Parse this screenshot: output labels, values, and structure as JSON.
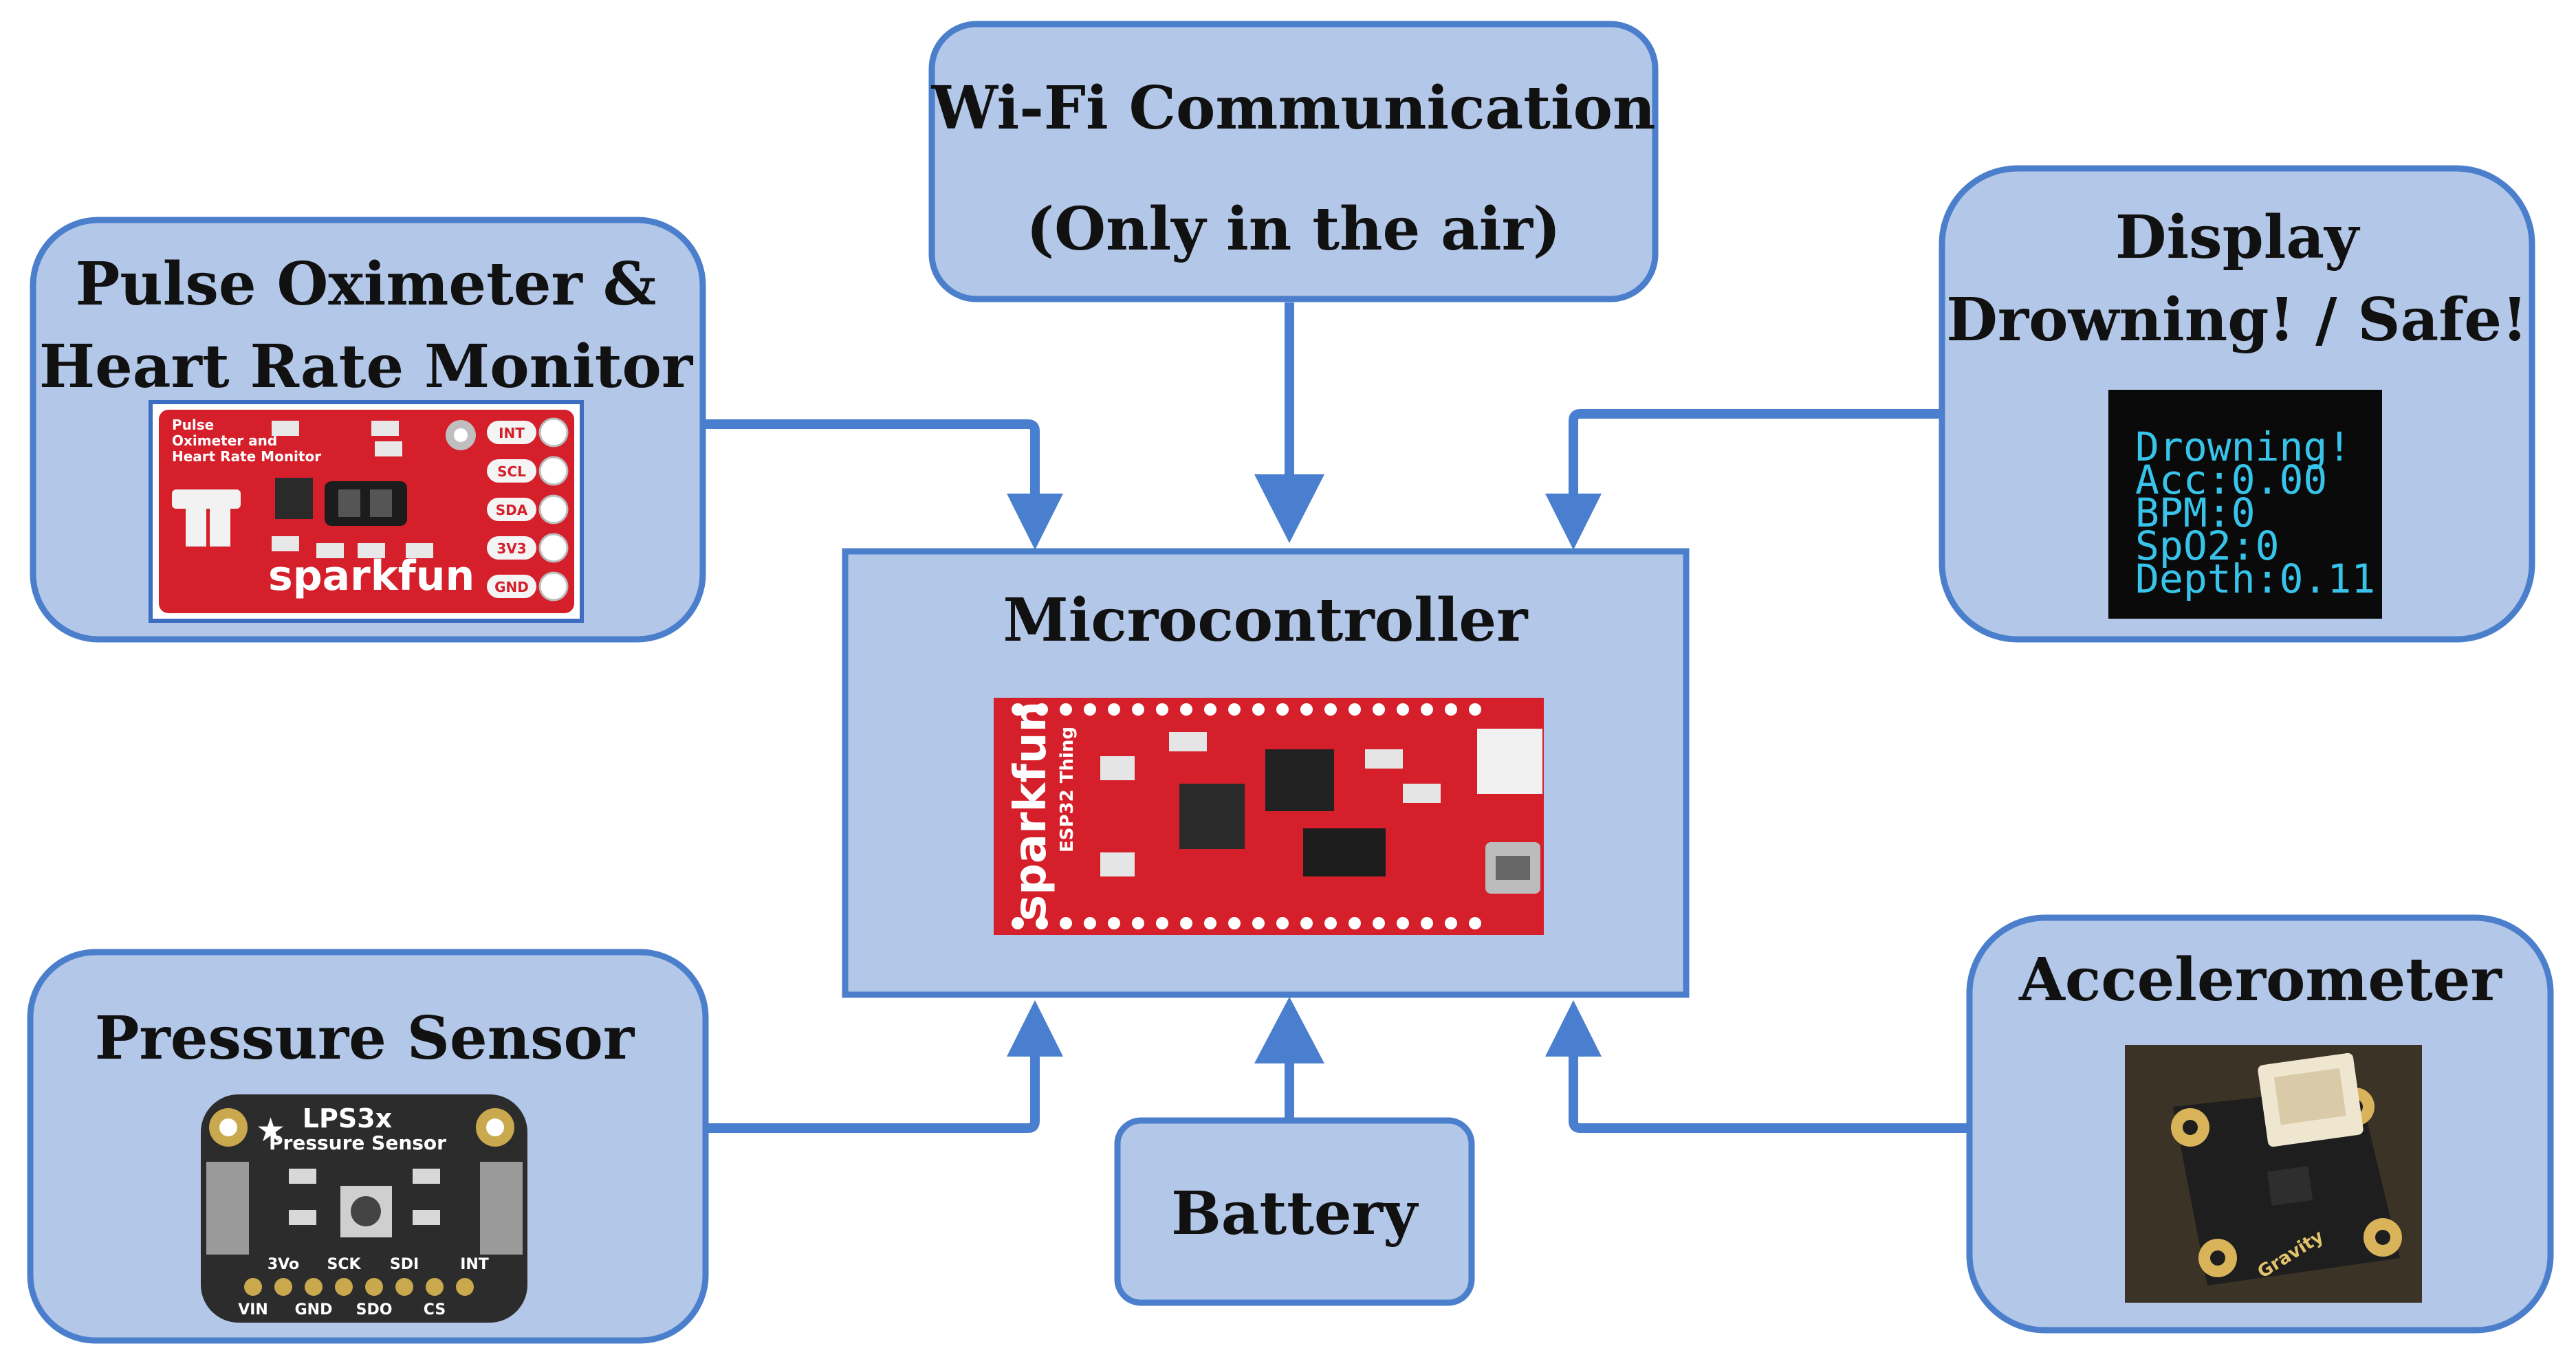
{
  "colors": {
    "box_fill": "#b3c7e8",
    "box_stroke": "#4b7fcc",
    "arrow": "#4a7fd0",
    "pcb_red": "#d51f2a",
    "oled_bg": "#0a0a0a",
    "oled_text": "#38c4ea"
  },
  "nodes": {
    "wifi": {
      "line1": "Wi-Fi Communication",
      "line2": "(Only in the air)"
    },
    "pulse": {
      "line1": "Pulse Oximeter &",
      "line2": "Heart Rate Monitor"
    },
    "display": {
      "line1": "Display",
      "line2": "Drowning! / Safe!"
    },
    "micro": {
      "title": "Microcontroller"
    },
    "pressure": {
      "title": "Pressure Sensor"
    },
    "battery": {
      "title": "Battery"
    },
    "accel": {
      "title": "Accelerometer"
    }
  },
  "images": {
    "pulse_board": {
      "label_l1": "Pulse",
      "label_l2": "Oximeter and",
      "label_l3": "Heart Rate Monitor",
      "brand": "sparkfun",
      "pins": [
        "INT",
        "SCL",
        "SDA",
        "3V3",
        "GND"
      ]
    },
    "oled": {
      "lines": [
        "Drowning!",
        "Acc:0.00",
        "BPM:0",
        "SpO2:0",
        "Depth:0.11"
      ]
    },
    "esp32": {
      "brand": "sparkfun",
      "model": "ESP32 Thing"
    },
    "lps3x": {
      "title": "LPS3x",
      "subtitle": "Pressure Sensor",
      "pins_top": [
        "3Vo",
        "SCK",
        "SDI",
        "INT"
      ],
      "pins_bottom": [
        "VIN",
        "GND",
        "SDO",
        "CS"
      ]
    },
    "accel_board": {
      "brand": "Gravity"
    }
  },
  "edges": [
    {
      "from": "pulse",
      "to": "micro"
    },
    {
      "from": "wifi",
      "to": "micro"
    },
    {
      "from": "display",
      "to": "micro"
    },
    {
      "from": "pressure",
      "to": "micro"
    },
    {
      "from": "battery",
      "to": "micro"
    },
    {
      "from": "accel",
      "to": "micro"
    }
  ]
}
